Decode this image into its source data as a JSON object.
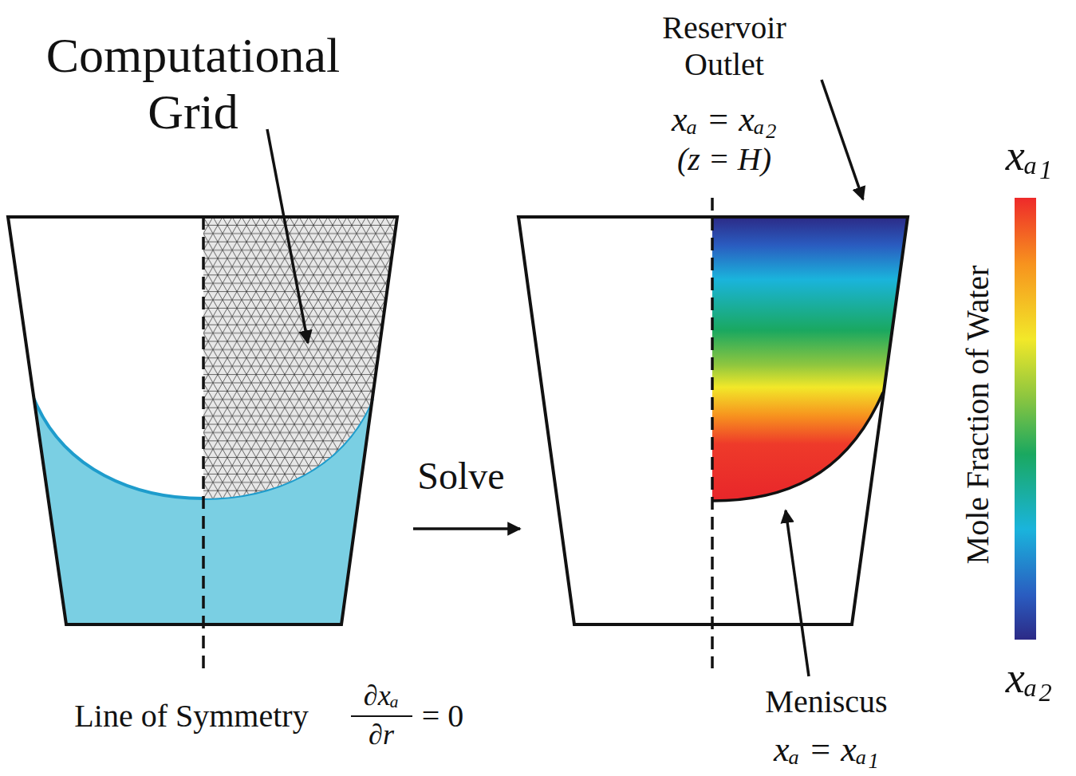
{
  "diagram": {
    "labels": [
      "Computational Grid",
      "Reservoir Outlet",
      "xₐ = xₐ₂",
      "(z = H)",
      "Solve",
      "Line of Symmetry",
      "∂xₐ",
      "∂r",
      "= 0",
      "Meniscus",
      "xₐ = xₐ₁",
      "xₐ₁",
      "Mole Fraction of Water",
      "xₐ₂"
    ]
  }
}
